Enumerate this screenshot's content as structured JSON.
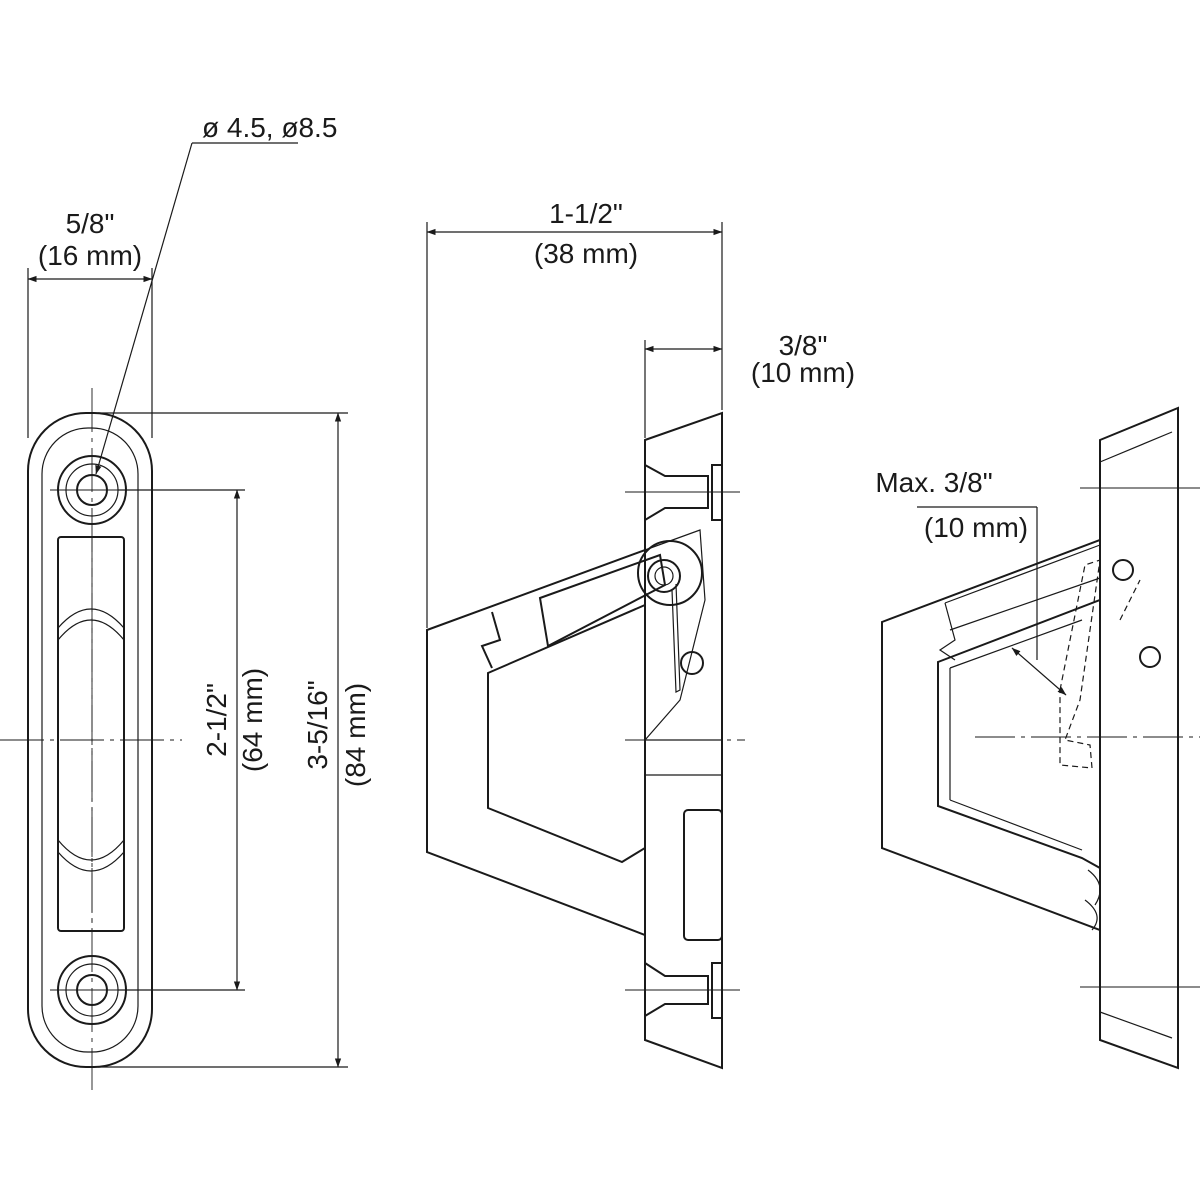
{
  "colors": {
    "part_fill_light": "#e6f4fd",
    "part_fill_section": "#d9d9d9",
    "line": "#1a1a1a",
    "background": "#ffffff"
  },
  "front_view": {
    "hole_diameters": "ø 4.5, ø8.5",
    "width_in": "5/8\"",
    "width_mm": "(16 mm)",
    "hole_spacing_in": "2-1/2\"",
    "hole_spacing_mm": "(64 mm)",
    "length_in": "3-5/16\"",
    "length_mm": "(84 mm)"
  },
  "side_view": {
    "depth_in": "1-1/2\"",
    "depth_mm": "(38 mm)",
    "base_in": "3/8\"",
    "base_mm": "(10 mm)"
  },
  "install_view": {
    "max_label": "Max. 3/8\"",
    "max_mm": "(10 mm)"
  }
}
